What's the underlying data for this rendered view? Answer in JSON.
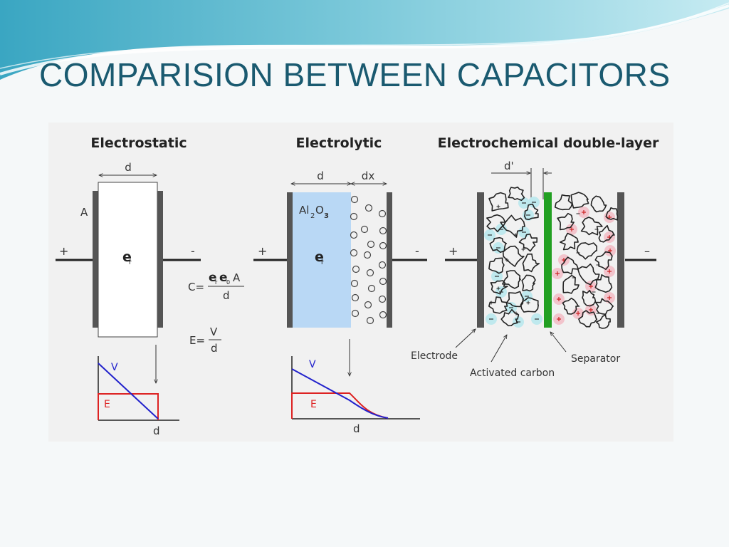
{
  "slide": {
    "title": "COMPARISION BETWEEN CAPACITORS"
  },
  "colors": {
    "title": "#1a5a70",
    "wave_top": "#8ed0de",
    "plate": "#555555",
    "dielectric_blue": "#b9d8f5",
    "separator_green": "#22a022",
    "voltage_line": "#2222cc",
    "field_line": "#dd2222",
    "cation_pink": "#f2c4cc",
    "anion_cyan": "#bfe9ee"
  },
  "diagram": {
    "electrostatic": {
      "heading": "Electrostatic",
      "gap_label": "d",
      "area_label": "A",
      "dielectric_label": "e",
      "dielectric_sub": "r",
      "plus": "+",
      "minus": "-",
      "formula_c_lhs": "C=",
      "formula_c_num_e1": "e",
      "formula_c_num_sub1": "r",
      "formula_c_num_e2": "e",
      "formula_c_num_sub2": "0",
      "formula_c_num_a": "A",
      "formula_c_den": "d",
      "formula_e_lhs": "E=",
      "formula_e_num": "V",
      "formula_e_den": "d",
      "graph_v": "V",
      "graph_e": "E",
      "graph_x": "d"
    },
    "electrolytic": {
      "heading": "Electrolytic",
      "gap_label": "d",
      "gap_label_2": "dx",
      "oxide_al": "Al",
      "oxide_sub2": "2",
      "oxide_o": "O",
      "oxide_sub3": "3",
      "dielectric_label": "e",
      "dielectric_sub": "r",
      "plus": "+",
      "minus": "-",
      "graph_v": "V",
      "graph_e": "E",
      "graph_x": "d"
    },
    "electrochemical": {
      "heading": "Electrochemical double-layer",
      "gap_label": "d'",
      "plus": "+",
      "minus": "–",
      "label_electrode": "Electrode",
      "label_activated_carbon": "Activated carbon",
      "label_separator": "Separator"
    }
  }
}
